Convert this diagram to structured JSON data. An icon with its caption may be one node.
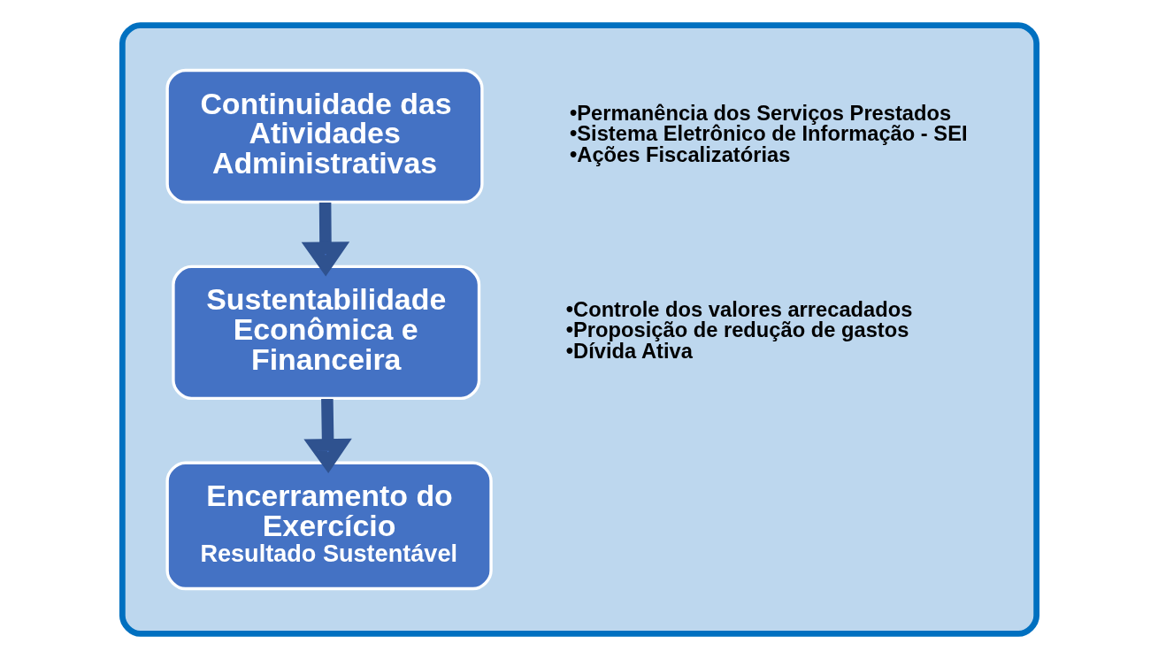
{
  "diagram": {
    "nodes": [
      {
        "text": [],
        "shape": "box"
      },
      {
        "text": [
          "Continuidade das Atividades Administrativas"
        ],
        "in": 0,
        "beside": [
          "•Permanência dos Serviços Prestados",
          "•Sistema Eletrônico de Informação - SEI",
          "•Ações Fiscalizatórias"
        ]
      },
      {
        "text": [
          "Sustentabilidade Econômica e Financeira"
        ],
        "in": 0,
        "beside": [
          "•Controle dos valores arrecadados",
          "•Proposição de redução de gastos",
          "•Dívida Ativa"
        ]
      },
      {
        "text": [
          "Encerramento do Exercício",
          "Resultado Sustentável"
        ],
        "in": 0
      }
    ],
    "edges": [
      {
        "from": 1,
        "to": 2,
        "arrow": "to"
      },
      {
        "from": 2,
        "to": 3,
        "arrow": "to"
      }
    ]
  }
}
